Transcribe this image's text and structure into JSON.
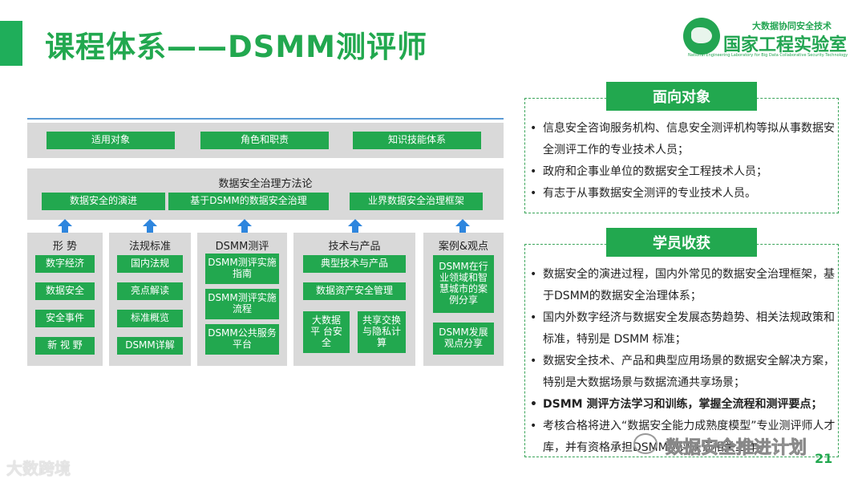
{
  "title": "课程体系——DSMM测评师",
  "logo": {
    "top": "大数据协同安全技术",
    "main": "国家工程实验室",
    "sub": "National Engineering Laboratory for Big Data Collaborative Security Technology"
  },
  "diagram": {
    "row1": [
      "适用对象",
      "角色和职责",
      "知识技能体系"
    ],
    "row2_title": "数据安全治理方法论",
    "row2": [
      "数据安全的演进",
      "基于DSMM的数据安全治理",
      "业界数据安全治理框架"
    ],
    "columns": [
      {
        "title": "形  势",
        "items": [
          "数字经济",
          "数据安全",
          "安全事件",
          "新 视 野"
        ]
      },
      {
        "title": "法规标准",
        "items": [
          "国内法规",
          "亮点解读",
          "标准概览",
          "DSMM详解"
        ]
      },
      {
        "title": "DSMM测评",
        "items": [
          "DSMM测评实施指南",
          "DSMM测评实施流程",
          "DSMM公共服务平台"
        ]
      },
      {
        "title": "技术与产品",
        "items": [
          "典型技术与产品",
          "数据资产安全管理",
          "大数据平 台安 全",
          "共享交换与隐私计算"
        ]
      },
      {
        "title": "案例&观点",
        "items": [
          "DSMM在行业领域和智慧城市的案例分享",
          "DSMM发展观点分享"
        ]
      }
    ]
  },
  "audience": {
    "heading": "面向对象",
    "items": [
      "信息安全咨询服务机构、信息安全测评机构等拟从事数据安全测评工作的专业技术人员；",
      "政府和企事业单位的数据安全工程技术人员；",
      "有志于从事数据安全测评的专业技术人员。"
    ]
  },
  "gains": {
    "heading": "学员收获",
    "items": [
      "数据安全的演进过程，国内外常见的数据安全治理框架，基于DSMM的数据安全治理体系；",
      "国内外数字经济与数据安全发展态势趋势、相关法规政策和标准，特别是 DSMM 标准；",
      "数据安全技术、产品和典型应用场景的数据安全解决方案，特别是大数据场景与数据流通共享场景；",
      "DSMM 测评方法学习和训练，掌握全流程和测评要点；",
      "考核合格将进入“数据安全能力成熟度模型”专业测评师人才库，并有资格承担DSMM测评认证相关工作。"
    ]
  },
  "watermark_left": "大数跨境",
  "watermark_right": "数据安全推进计划",
  "page_number": "21",
  "colors": {
    "brand_green": "#22a84f",
    "panel_gray": "#d9d9d9",
    "arrow_blue": "#2e86de"
  }
}
